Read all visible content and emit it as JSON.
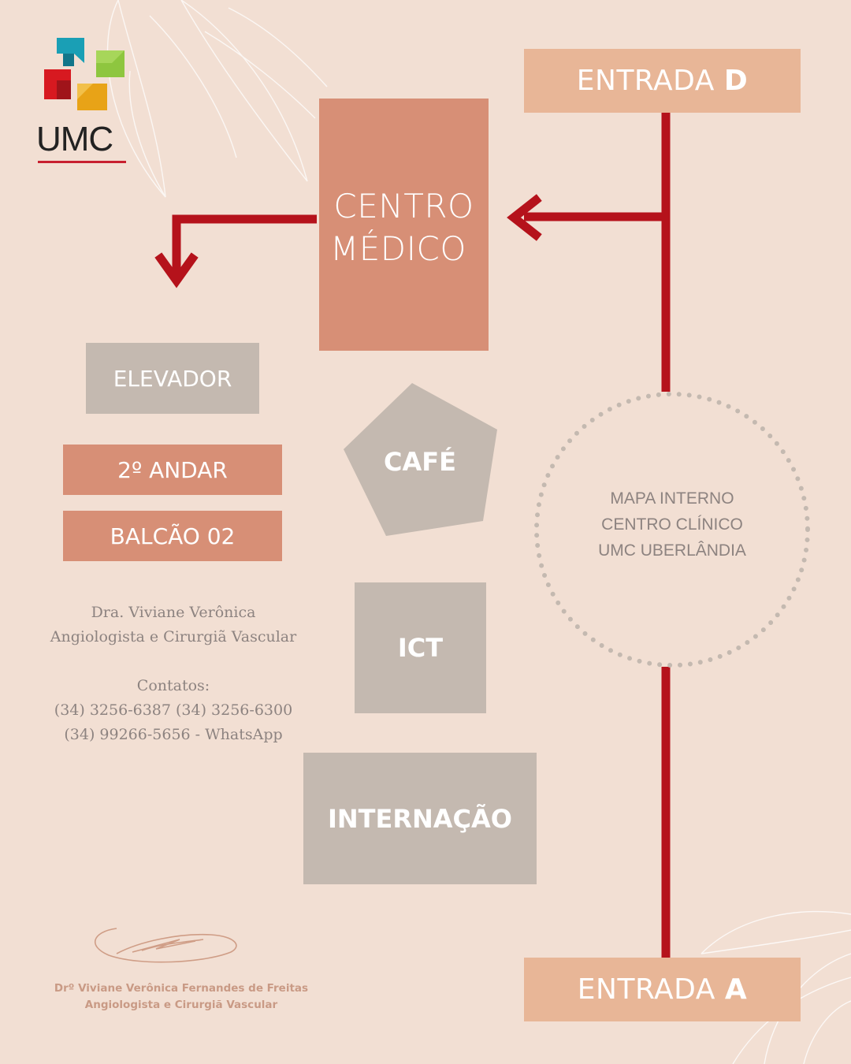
{
  "logo": {
    "text": "UMC",
    "colors": {
      "teal": "#1a9fb5",
      "green": "#8ec63f",
      "red": "#d71920",
      "gold": "#e8a317",
      "underline": "#c8202f"
    }
  },
  "entrances": {
    "top": {
      "prefix": "ENTRADA",
      "letter": "D"
    },
    "bottom": {
      "prefix": "ENTRADA",
      "letter": "A"
    }
  },
  "centro_medico": {
    "line1": "CENTRO",
    "line2": "MÉDICO"
  },
  "rooms": {
    "elevador": "ELEVADOR",
    "andar": "2º ANDAR",
    "balcao": "BALCÃO 02",
    "cafe": "CAFÉ",
    "ict": "ICT",
    "internacao": "INTERNAÇÃO"
  },
  "map_label": {
    "line1": "MAPA INTERNO",
    "line2": "CENTRO CLÍNICO",
    "line3": "UMC UBERLÂNDIA"
  },
  "doctor": {
    "name": "Dra. Viviane Verônica",
    "specialty": "Angiologista e Cirurgiã Vascular",
    "contacts_label": "Contatos:",
    "phones": "(34) 3256-6387 (34) 3256-6300",
    "whatsapp": "(34) 99266-5656 - WhatsApp"
  },
  "signature": {
    "name": "Drº Viviane Verônica Fernandes de Freitas",
    "specialty": "Angiologista e Cirurgiã Vascular"
  },
  "colors": {
    "background": "#f2dfd3",
    "path_red": "#b5121b",
    "entrance": "#e8b697",
    "salmon": "#d78f76",
    "gray": "#c4b9b0",
    "text_gray": "#8d8380"
  }
}
